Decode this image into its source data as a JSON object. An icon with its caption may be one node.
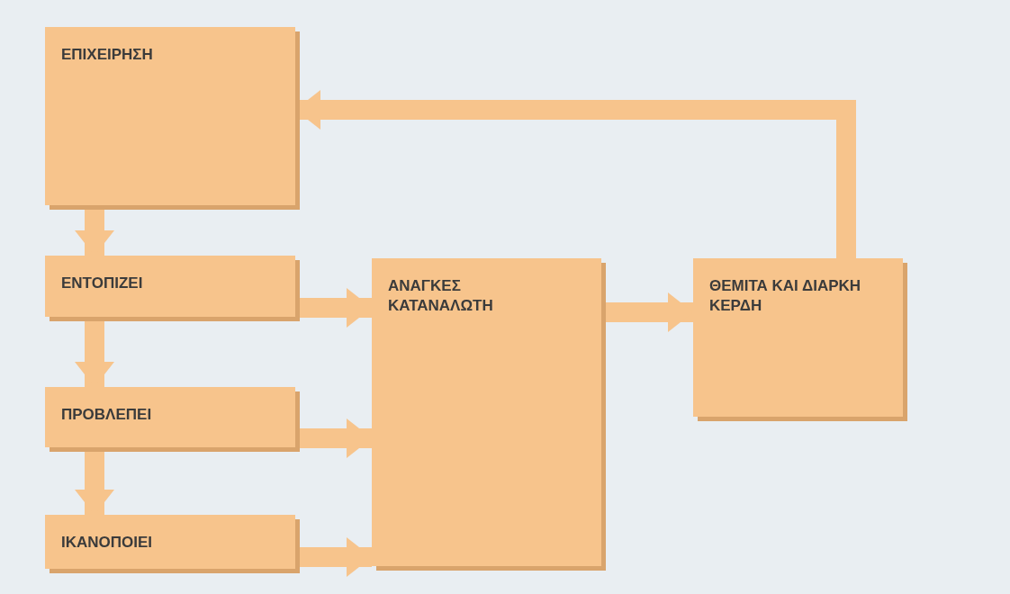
{
  "diagram": {
    "nodes": [
      {
        "text": [
          "ΕΠΙΧΕΙΡΗΣΗ"
        ]
      },
      {
        "text": [
          "ΕΝΤΟΠΙΖΕΙ"
        ]
      },
      {
        "text": [
          "ΠΡΟΒΛΕΠΕΙ"
        ]
      },
      {
        "text": [
          "ΙΚΑΝΟΠΟΙΕΙ"
        ]
      },
      {
        "text": [
          "ΑΝΑΓΚΕΣ ΚΑΤΑΝΑΛΩΤΗ"
        ]
      },
      {
        "text": [
          "ΘΕΜΙΤΑ ΚΑΙ ΔΙΑΡΚΗ ΚΕΡΔΗ"
        ]
      }
    ],
    "edges": [
      {
        "from": 0,
        "to": 1,
        "arrow": "to"
      },
      {
        "from": 1,
        "to": 2,
        "arrow": "to"
      },
      {
        "from": 2,
        "to": 3,
        "arrow": "to"
      },
      {
        "from": 1,
        "to": 4,
        "arrow": "to"
      },
      {
        "from": 2,
        "to": 4,
        "arrow": "to"
      },
      {
        "from": 3,
        "to": 4,
        "arrow": "to"
      },
      {
        "from": 4,
        "to": 5,
        "arrow": "to"
      },
      {
        "from": 5,
        "to": 0,
        "arrow": "to"
      }
    ]
  }
}
